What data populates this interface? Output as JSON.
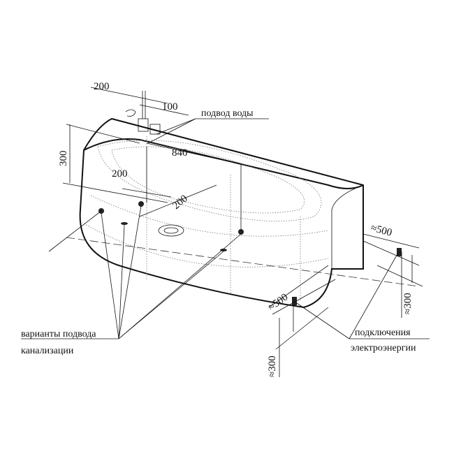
{
  "dimensions": {
    "d200_top": "200",
    "d100": "100",
    "d300_left": "300",
    "d840": "840",
    "d200_mid": "200",
    "d200_diag": "200",
    "d500_right": "≈500",
    "d500_front": "≈500",
    "d300_right": "≈300",
    "d300_front": "≈300"
  },
  "labels": {
    "water_supply": "подвод воды",
    "drain_line1": "варианты подвода",
    "drain_line2": "канализации",
    "power_line1": "подключения",
    "power_line2": "электроэнергии"
  }
}
